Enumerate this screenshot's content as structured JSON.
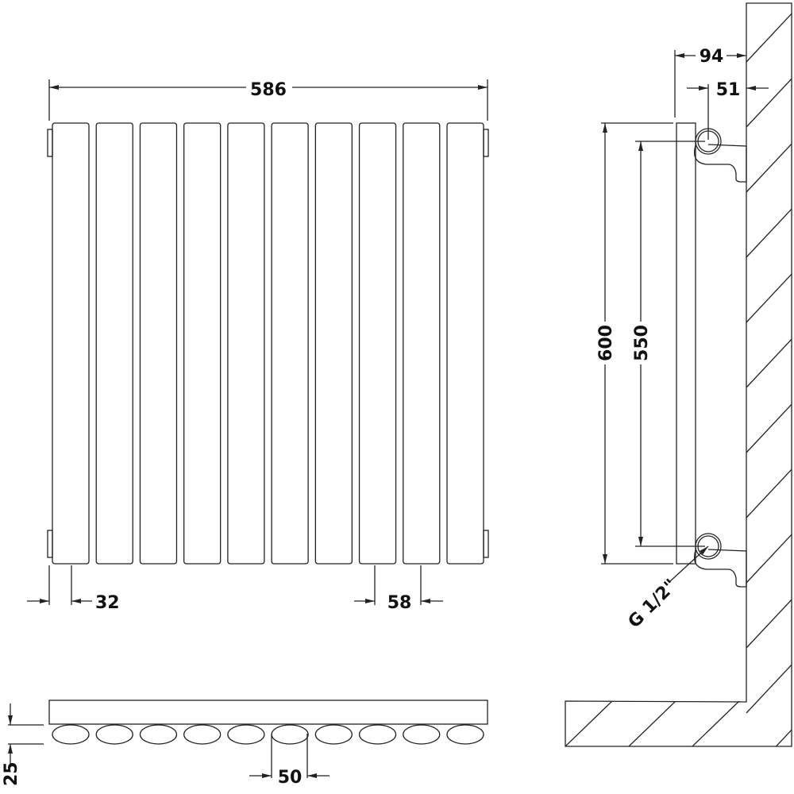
{
  "dimensions": {
    "overall_width": "586",
    "end_offset": "32",
    "column_pitch": "58",
    "overall_height": "600",
    "pipe_centres": "550",
    "wall_to_front": "94",
    "wall_to_pipe": "51",
    "depth": "25",
    "column_width": "50",
    "connection": "G 1/2\""
  },
  "column_count": 10,
  "colors": {
    "line": "#222222",
    "background": "#ffffff"
  }
}
